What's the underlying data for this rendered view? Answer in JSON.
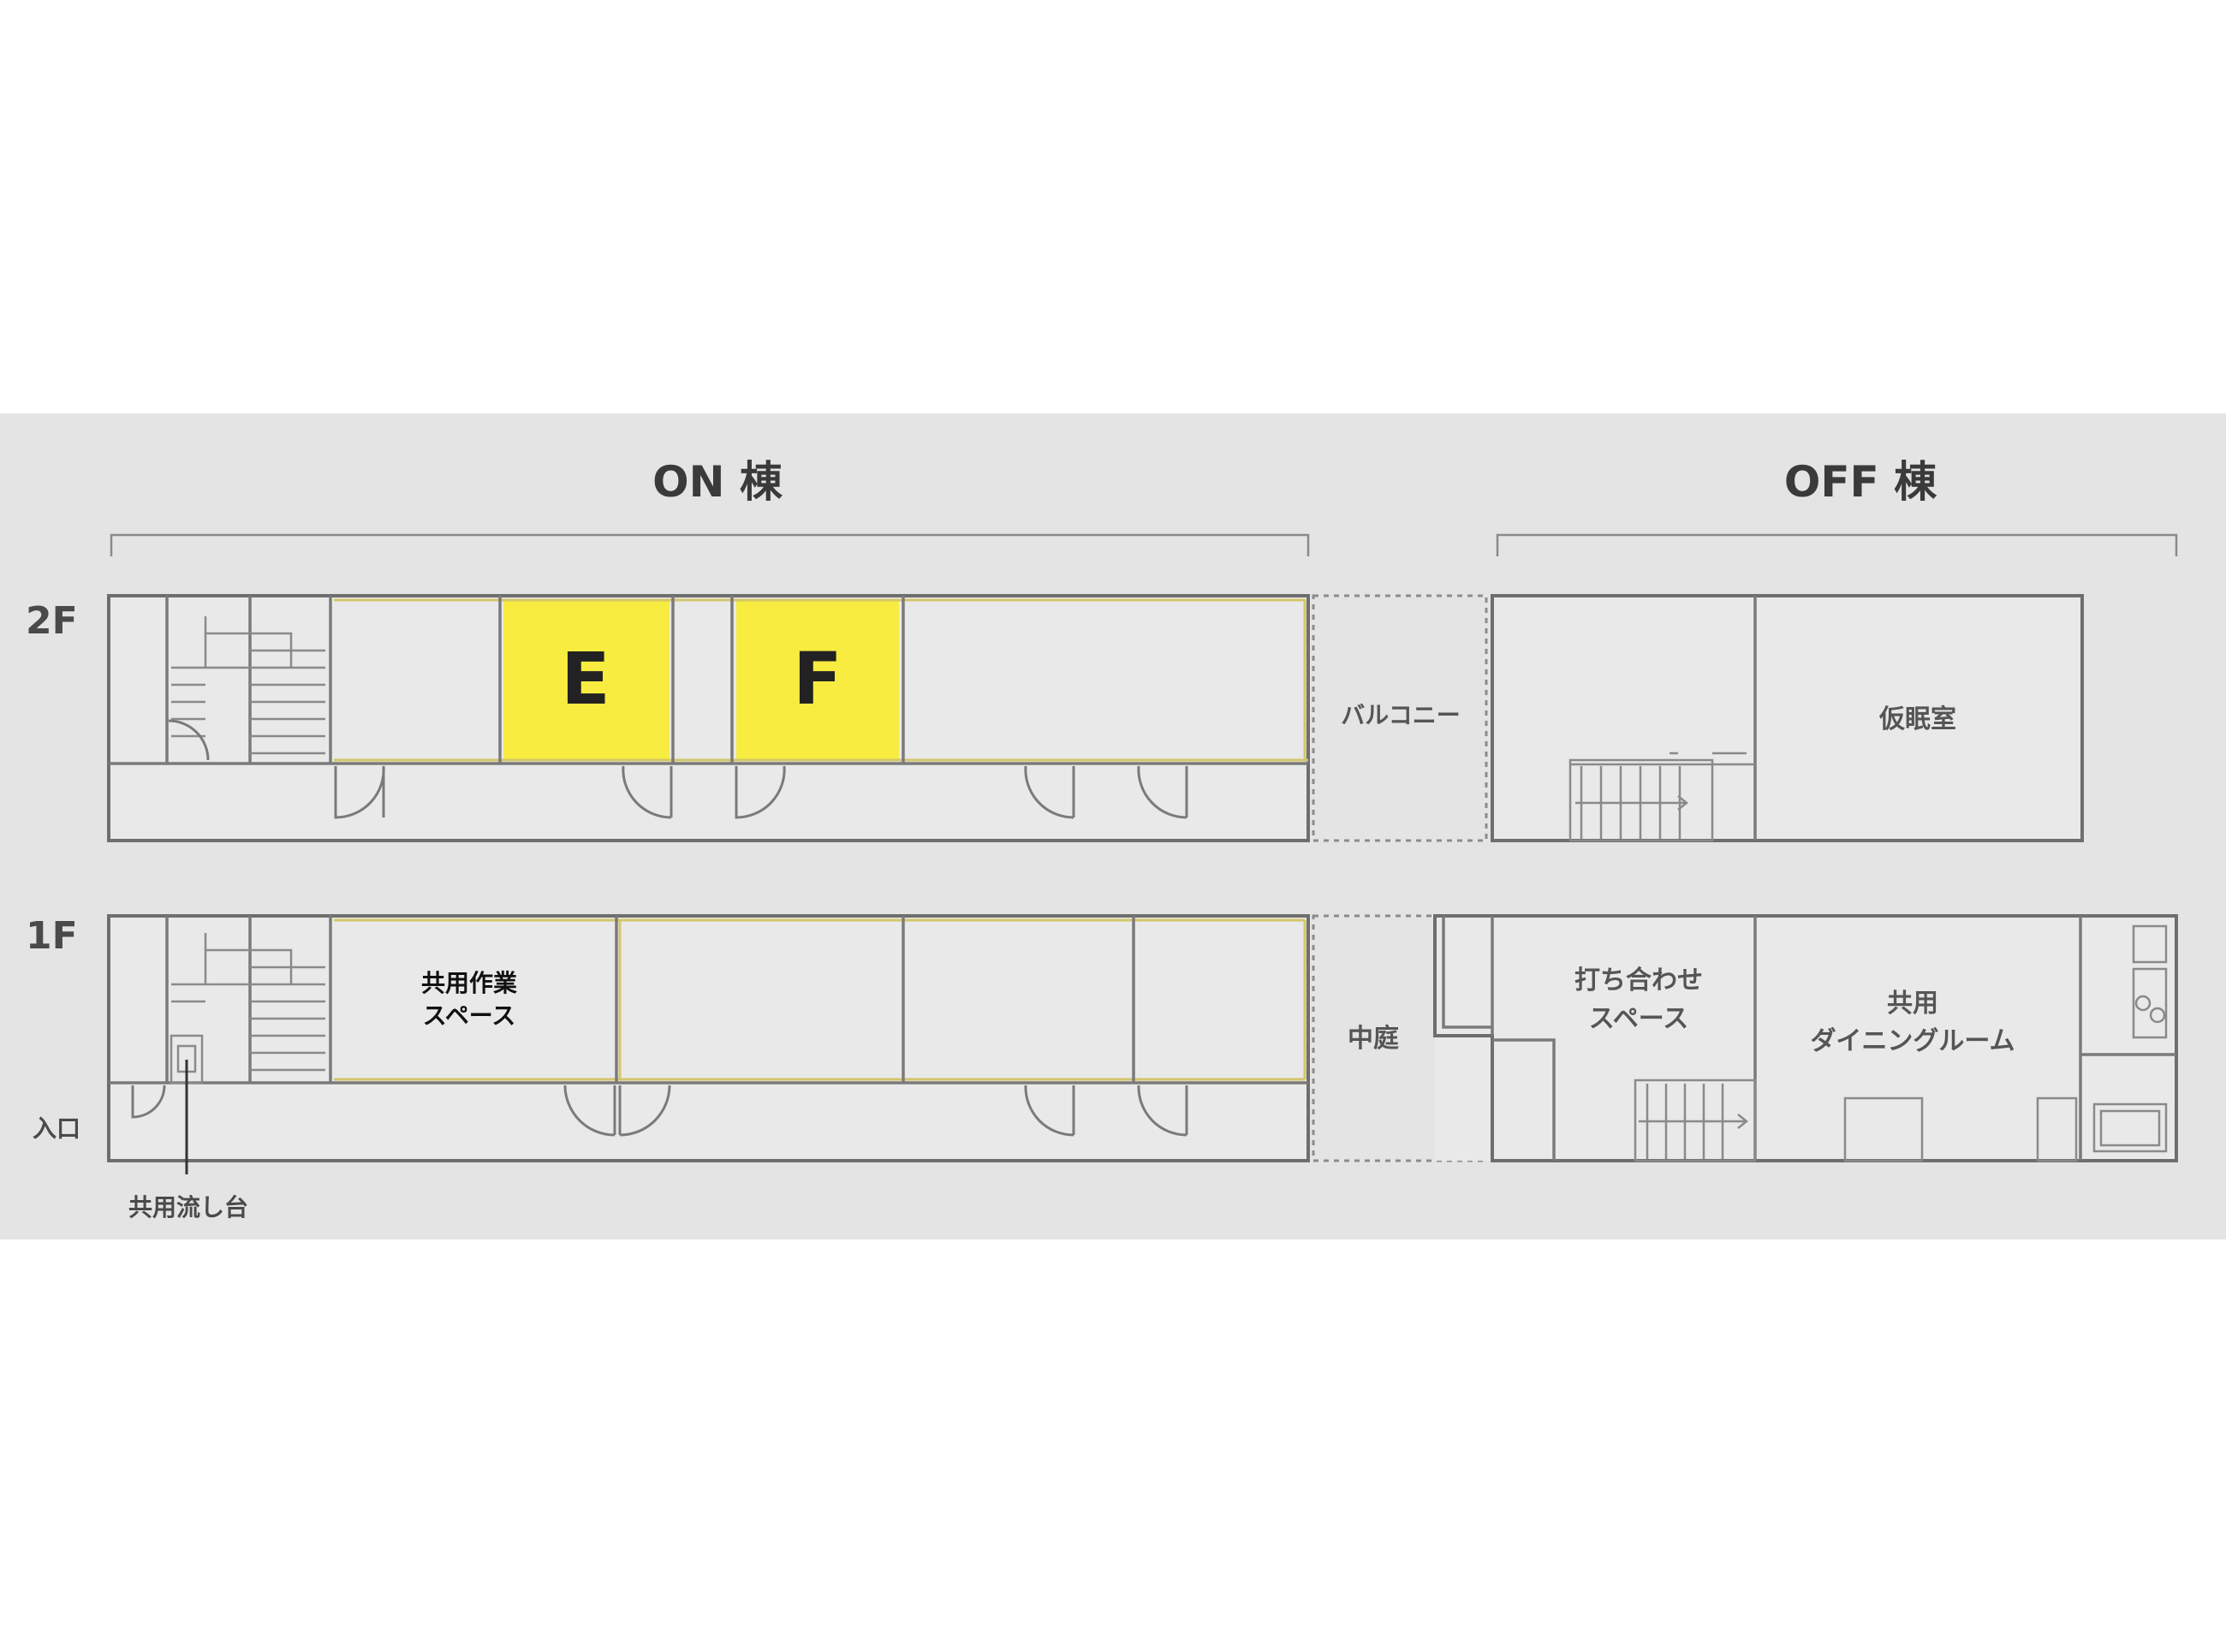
{
  "buildings": {
    "on": {
      "label": "ON 棟"
    },
    "off": {
      "label": "OFF 棟"
    }
  },
  "floors": {
    "second": "2F",
    "first": "1F"
  },
  "units": {
    "e": "E",
    "f": "F"
  },
  "rooms": {
    "balcony": "バルコニー",
    "nap_room": "仮眠室",
    "shared_work_1": "共用作業",
    "shared_work_2": "スペース",
    "courtyard": "中庭",
    "meeting_1": "打ち合わせ",
    "meeting_2": "スペース",
    "dining_1": "共用",
    "dining_2": "ダイニングルーム"
  },
  "labels": {
    "entrance": "入口",
    "sink": "共用流し台"
  },
  "colors": {
    "highlight": "#f7ec3f",
    "background": "#e4e4e4",
    "room_fill": "#e9e9e9"
  }
}
